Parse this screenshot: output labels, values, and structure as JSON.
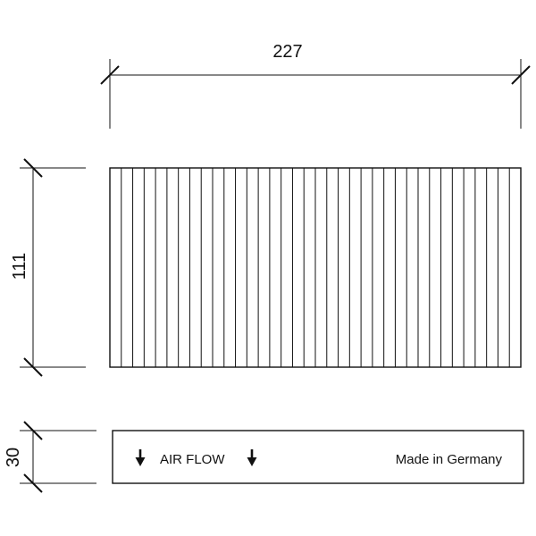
{
  "dimensions": {
    "width": "227",
    "height": "111",
    "depth": "30"
  },
  "side_view": {
    "airflow_label": "AIR FLOW",
    "origin_label": "Made in Germany"
  },
  "filter": {
    "pleat_count": 36
  },
  "colors": {
    "line": "#111111",
    "background": "#ffffff"
  },
  "icons": {
    "airflow_arrow": "down-arrow-icon"
  }
}
